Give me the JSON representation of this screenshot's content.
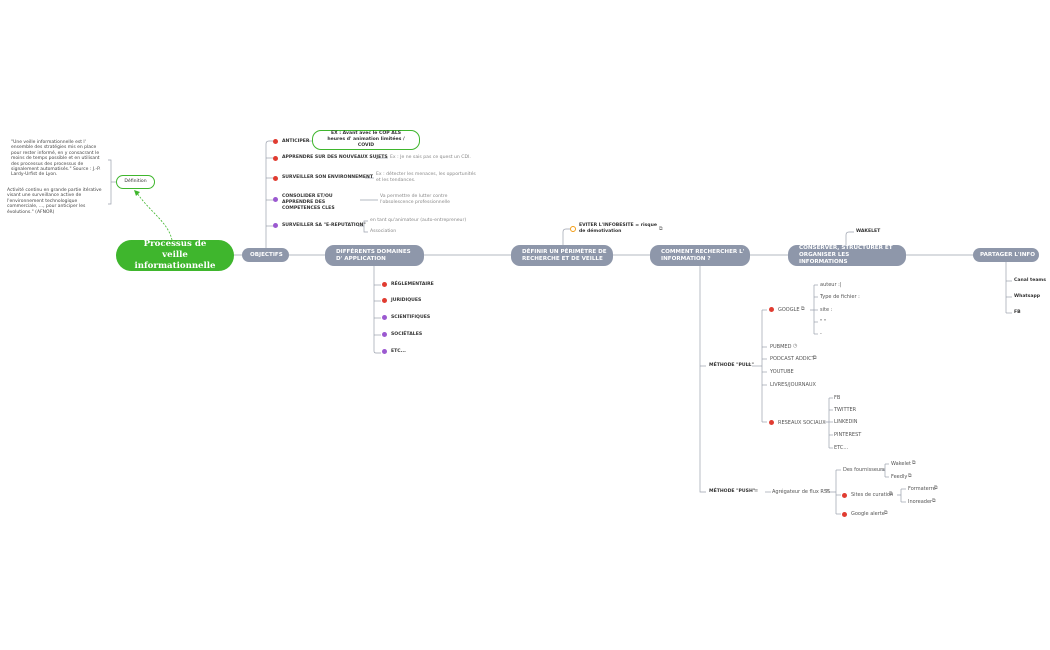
{
  "root": {
    "title": "Processus de veille informationnelle"
  },
  "definition": {
    "label": "Définition",
    "quote1": "\"Une veille informationnelle est l' ensemble des stratégies mis en place pour rester informé, en y consacrant le moins de temps possible et en utilisant des processus des processus de signalement automatisés.\" Source : J.-P. Lardy-Urfist de Lyon.",
    "quote2": "Activité continu en grande partie itérative visant une surveillance active de l'environnement technologique commerciale, ..., pour anticiper les évolutions.\" (AFNOR)"
  },
  "objectifs": {
    "label": "OBJECTIFS",
    "items": [
      {
        "label": "ANTICIPER",
        "note": "EX : Avant avec le COP ALS heures d' animation limitées / COVID"
      },
      {
        "label": "APPRENDRE SUR DES NOUVEAUX SUJETS",
        "note": "Ex : Je ne sais pas ce quest un CDI."
      },
      {
        "label": "SURVEILLER SON ENVIRONNEMENT",
        "note": "Ex : détecter les menaces, les opportunités et les tendances."
      },
      {
        "label": "CONSOLIDER ET/OU APPRENDRE DES COMPETENCES CLES",
        "note": "Va permettre de lutter contre l'obsolescence professionnelle"
      },
      {
        "label": "SURVEILLER SA \"E-REPUTATION\"",
        "notes": [
          "en tant qu'animateur (auto-entrepreneur)",
          "Association"
        ]
      }
    ]
  },
  "domaines": {
    "label": "DIFFÉRENTS DOMAINES D' APPLICATION",
    "items": [
      "RÉGLEMENTAIRE",
      "JURIDIQUES",
      "SCIENTIFIQUES",
      "SOCIÉTALES",
      "ETC..."
    ]
  },
  "perimetre": {
    "label": "DÉFINIR UN PÉRIMÈTRE DE RECHERCHE ET DE VEILLE",
    "item": "EVITER L'INFOBESITE = risque de démotivation"
  },
  "rechercher": {
    "label": "COMMENT RECHERCHER L' INFORMATION ?",
    "pull": {
      "label": "MÉTHODE \"PULL\"",
      "google": {
        "label": "GOOGLE",
        "items": [
          "auteur :|",
          "Type de fichier :",
          "site :",
          "\" \"",
          "-"
        ]
      },
      "others": [
        "PUBMED",
        "PODCAST ADDICT",
        "YOUTUBE",
        "LIVRES/JOURNAUX"
      ],
      "reseaux": {
        "label": "RESEAUX SOCIAUX",
        "items": [
          "FB",
          "TWITTER",
          "LINKEDIN",
          "PINTEREST",
          "ETC..."
        ]
      }
    },
    "push": {
      "label": "MÉTHODE \"PUSH\"",
      "aggregateur": "Agrégateur de flux RSS",
      "fournisseurs": {
        "label": "Des fournisseurs",
        "items": [
          "Wakelet",
          "Feedly"
        ]
      },
      "curation": {
        "label": "Sites de curation",
        "items": [
          "Formaterre",
          "Inoreader"
        ]
      },
      "alerte": "Google alerte"
    }
  },
  "conserver": {
    "label": "CONSERVER, STRUCTURER ET ORGANISER LES INFORMATIONS",
    "item": "WAKELET"
  },
  "partager": {
    "label": "PARTAGER L'INFO",
    "items": [
      "Canal teams",
      "Whatsapp",
      "FB"
    ]
  },
  "colors": {
    "root": "#3fb62d",
    "topic": "#8e97aa",
    "red_dot": "#e03c31",
    "purple_dot": "#9b59d0",
    "orange_dot": "#f39c12",
    "line": "#9aa0ad"
  },
  "icons": [
    "external-link-icon",
    "note-icon",
    "clock-icon"
  ]
}
